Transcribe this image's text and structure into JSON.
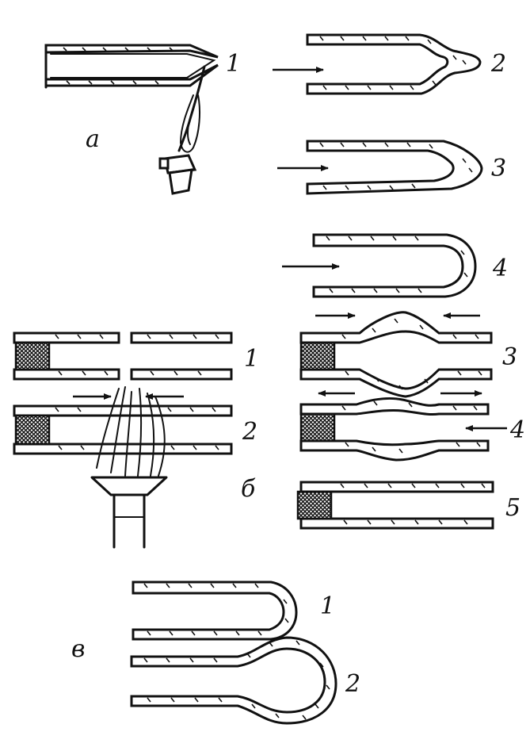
{
  "groups": {
    "a": {
      "letter": "а",
      "steps": [
        "1",
        "2",
        "3",
        "4"
      ]
    },
    "b": {
      "letter": "б",
      "steps": [
        "1",
        "2",
        "3",
        "4",
        "5"
      ]
    },
    "v": {
      "letter": "в",
      "steps": [
        "1",
        "2"
      ]
    }
  }
}
